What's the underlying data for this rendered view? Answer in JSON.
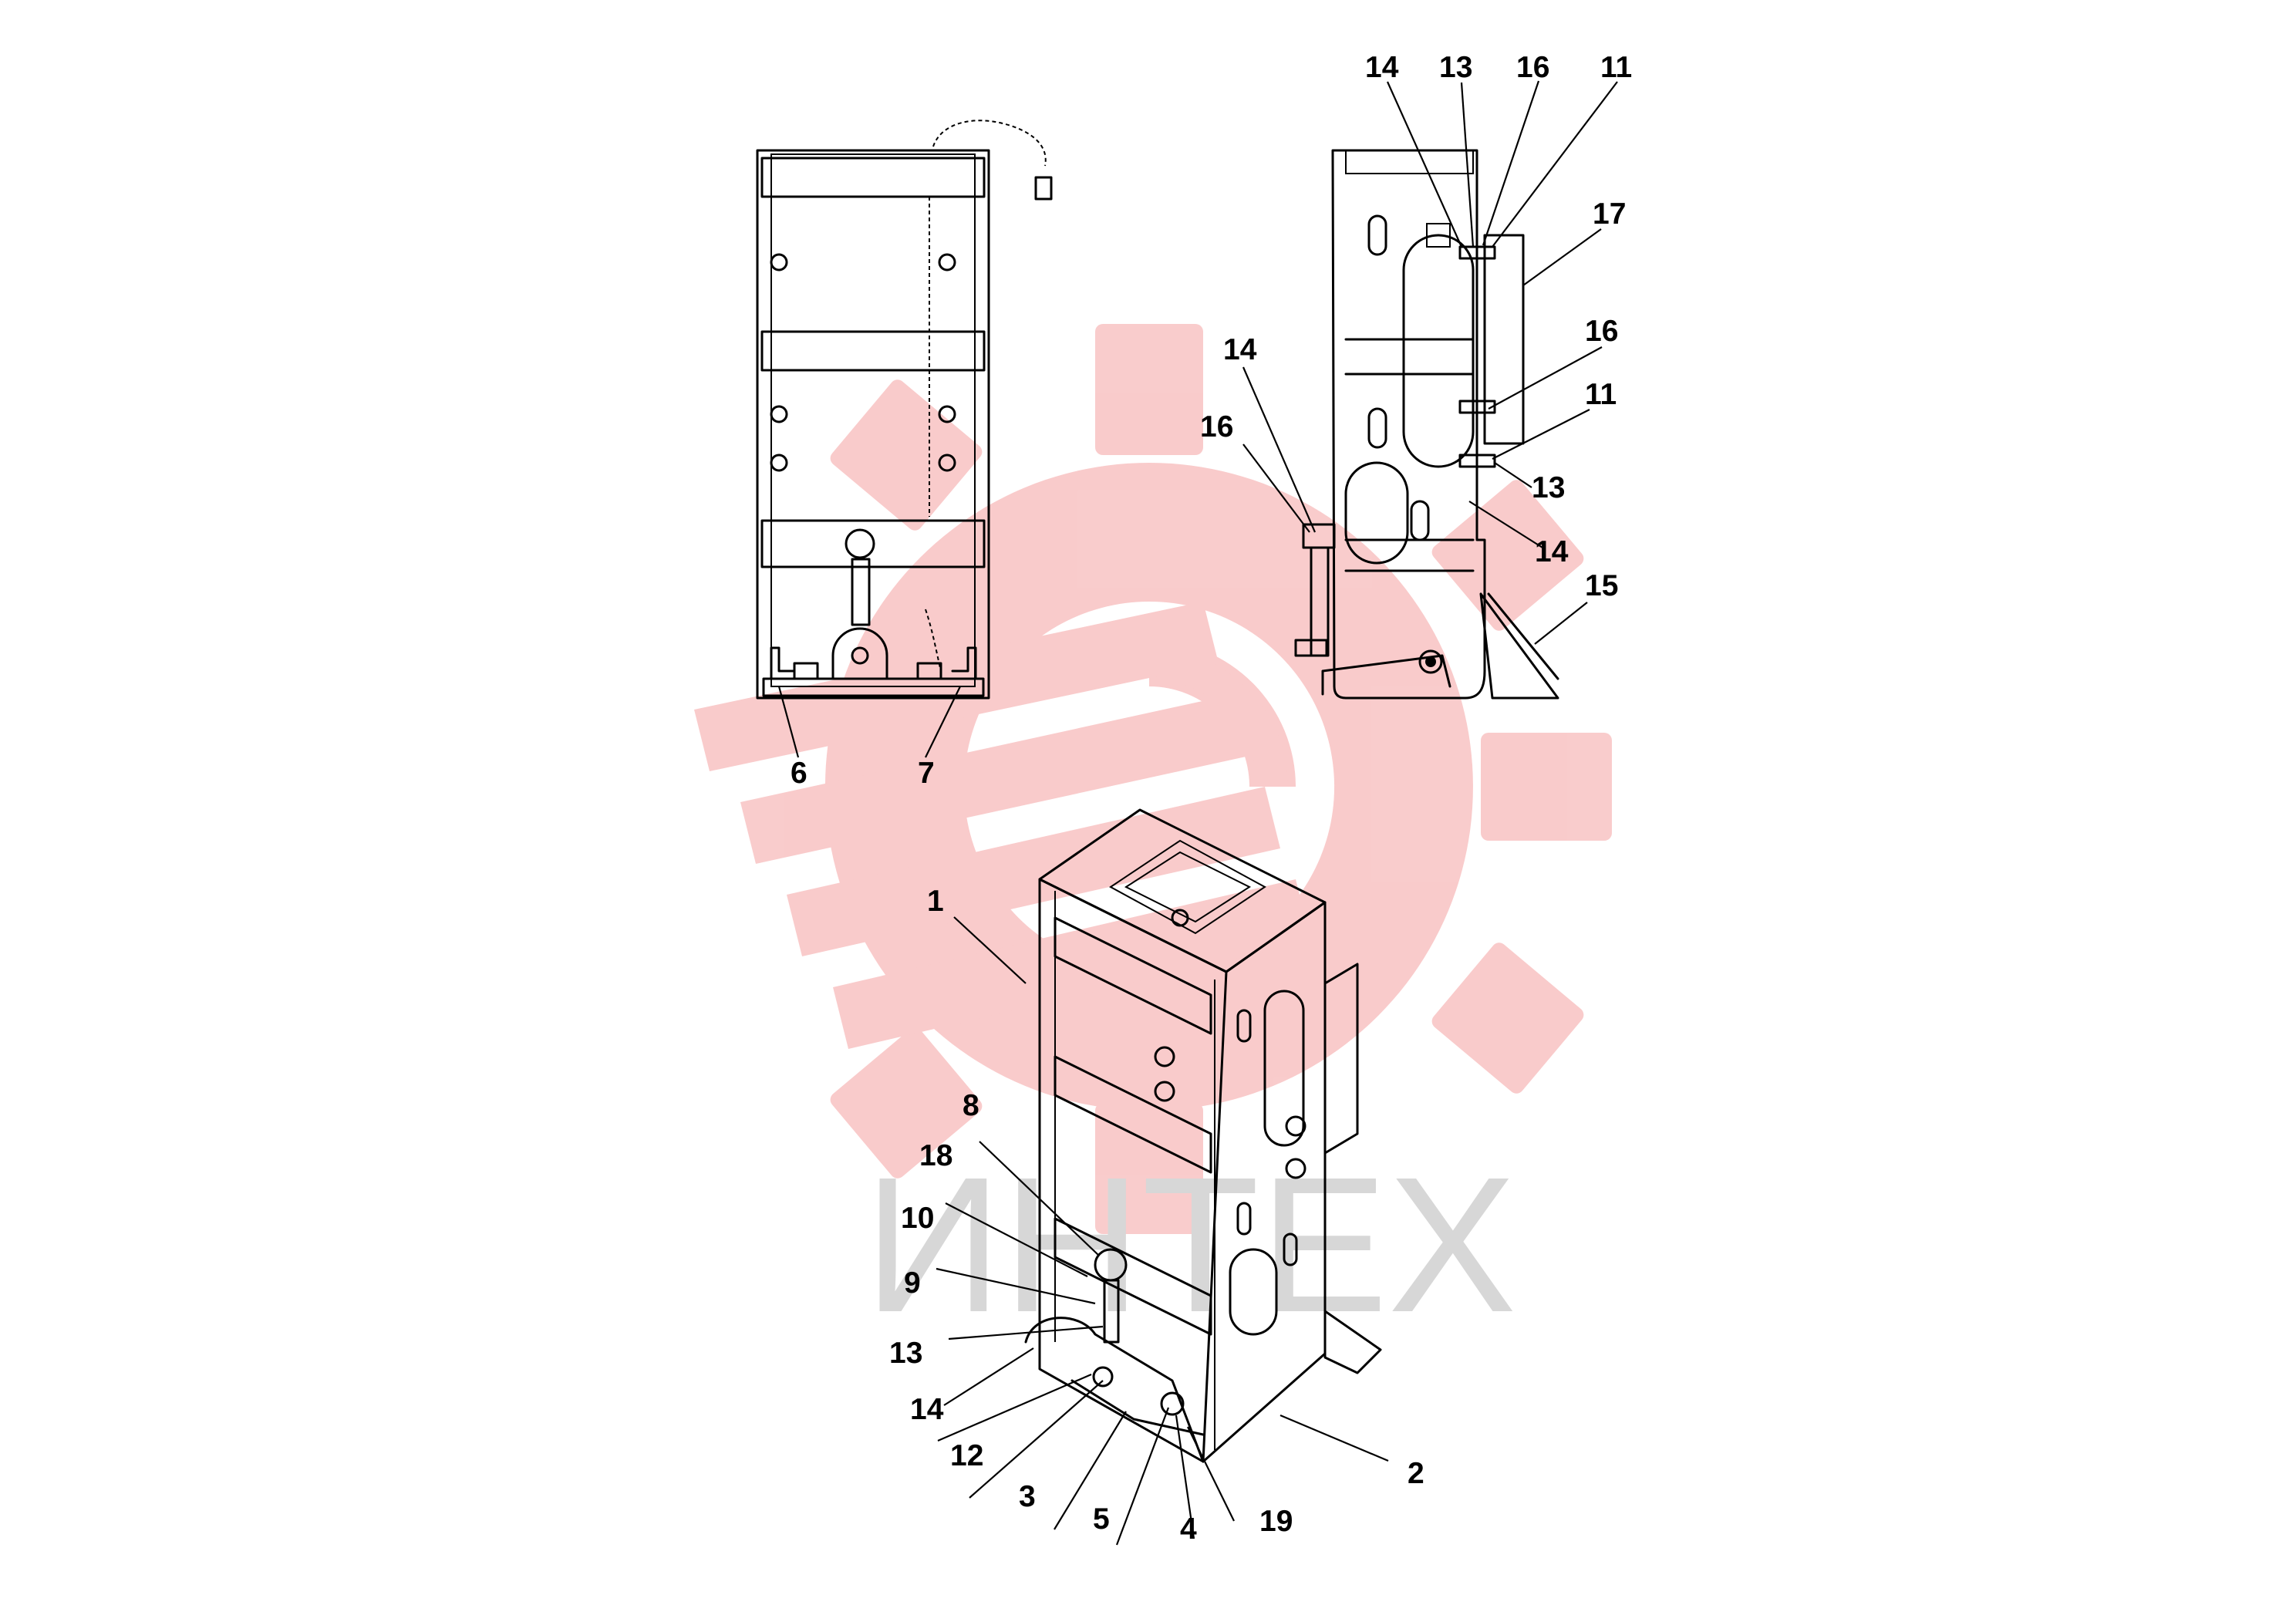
{
  "watermark": {
    "text": "ИНТЕХ",
    "logo_color": "#f9c9c9",
    "text_color": "#d7d7d7"
  },
  "callouts": {
    "top_left_view": [
      {
        "id": "6",
        "text": "6"
      },
      {
        "id": "7",
        "text": "7"
      }
    ],
    "side_view": [
      {
        "id": "14a",
        "text": "14"
      },
      {
        "id": "13a",
        "text": "13"
      },
      {
        "id": "16a",
        "text": "16"
      },
      {
        "id": "11a",
        "text": "11"
      },
      {
        "id": "17",
        "text": "17"
      },
      {
        "id": "16b",
        "text": "16"
      },
      {
        "id": "11b",
        "text": "11"
      },
      {
        "id": "13b",
        "text": "13"
      },
      {
        "id": "14b",
        "text": "14"
      },
      {
        "id": "15",
        "text": "15"
      },
      {
        "id": "14c",
        "text": "14"
      },
      {
        "id": "16c",
        "text": "16"
      }
    ],
    "iso_view": [
      {
        "id": "1",
        "text": "1"
      },
      {
        "id": "8",
        "text": "8"
      },
      {
        "id": "18",
        "text": "18"
      },
      {
        "id": "10",
        "text": "10"
      },
      {
        "id": "9",
        "text": "9"
      },
      {
        "id": "13c",
        "text": "13"
      },
      {
        "id": "14d",
        "text": "14"
      },
      {
        "id": "12",
        "text": "12"
      },
      {
        "id": "3",
        "text": "3"
      },
      {
        "id": "5",
        "text": "5"
      },
      {
        "id": "4",
        "text": "4"
      },
      {
        "id": "19",
        "text": "19"
      },
      {
        "id": "2",
        "text": "2"
      }
    ]
  }
}
